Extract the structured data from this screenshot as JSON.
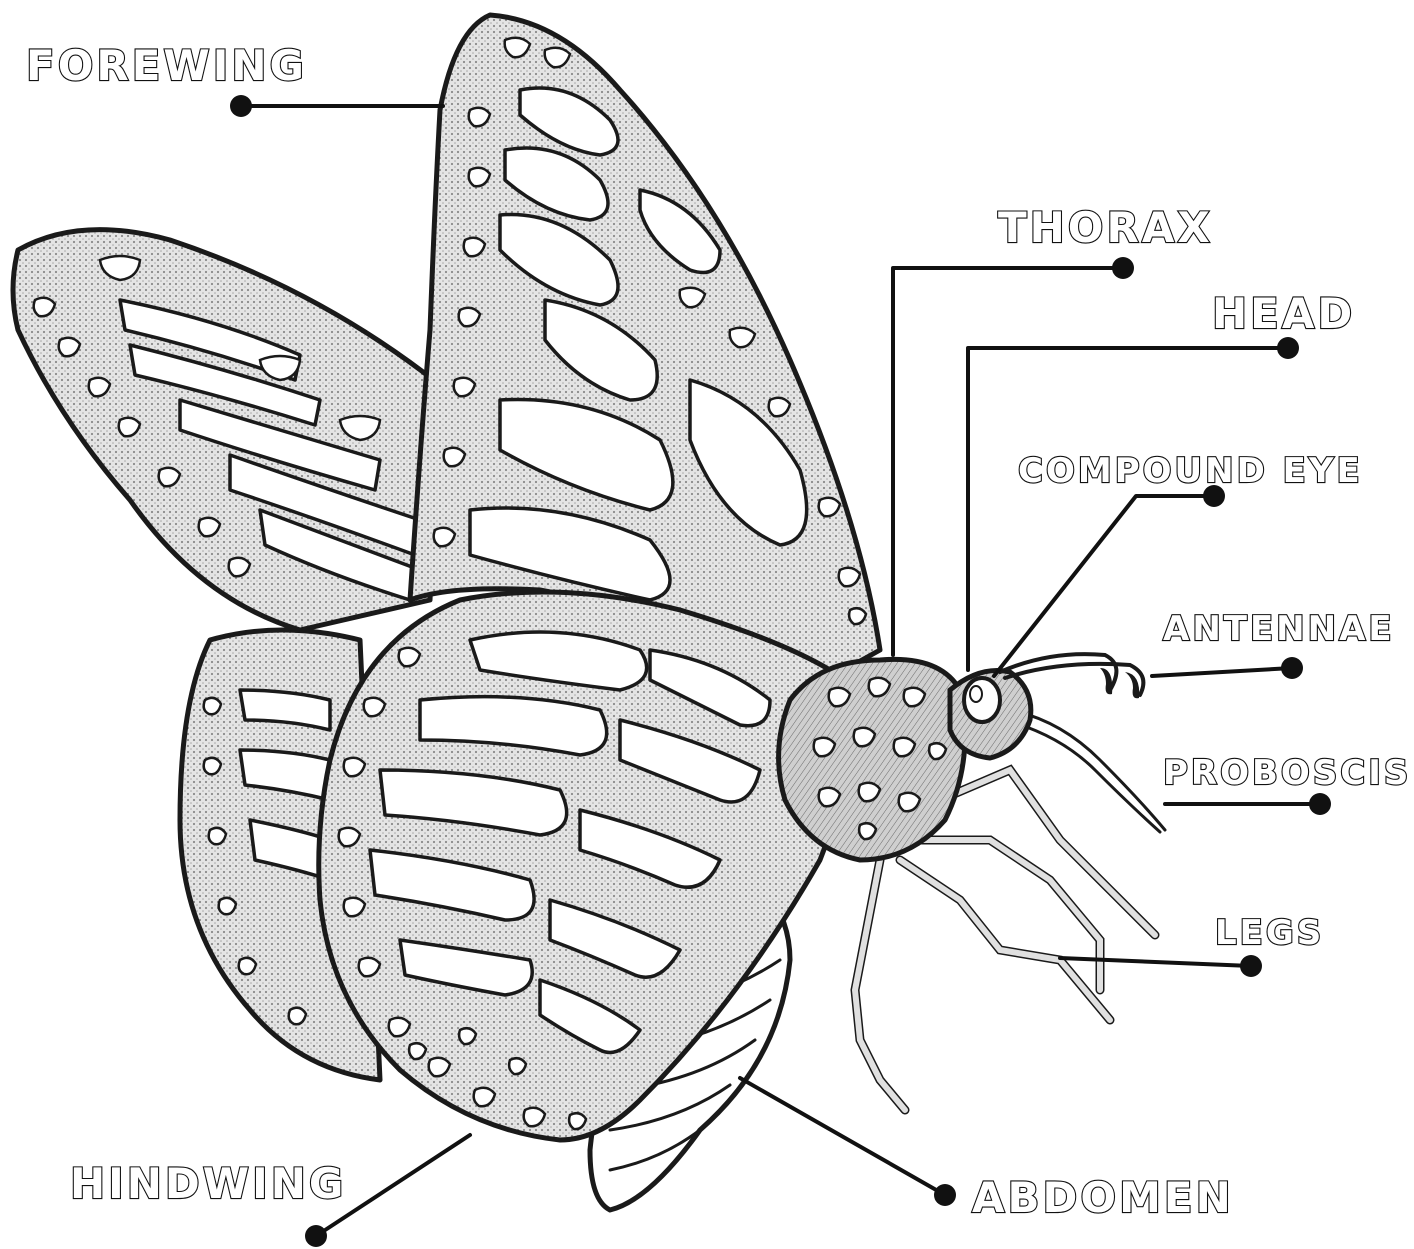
{
  "diagram": {
    "labels": {
      "forewing": "FOREWING",
      "thorax": "THORAX",
      "head": "HEAD",
      "compound_eye": "COMPOUND EYE",
      "antennae": "ANTENNAE",
      "proboscis": "PROBOSCIS",
      "legs": "LEGS",
      "hindwing": "HINDWING",
      "abdomen": "ABDOMEN"
    },
    "colors": {
      "ink": "#111111",
      "wing_fill": "#d9d9d9",
      "cell_fill": "#ffffff"
    }
  }
}
